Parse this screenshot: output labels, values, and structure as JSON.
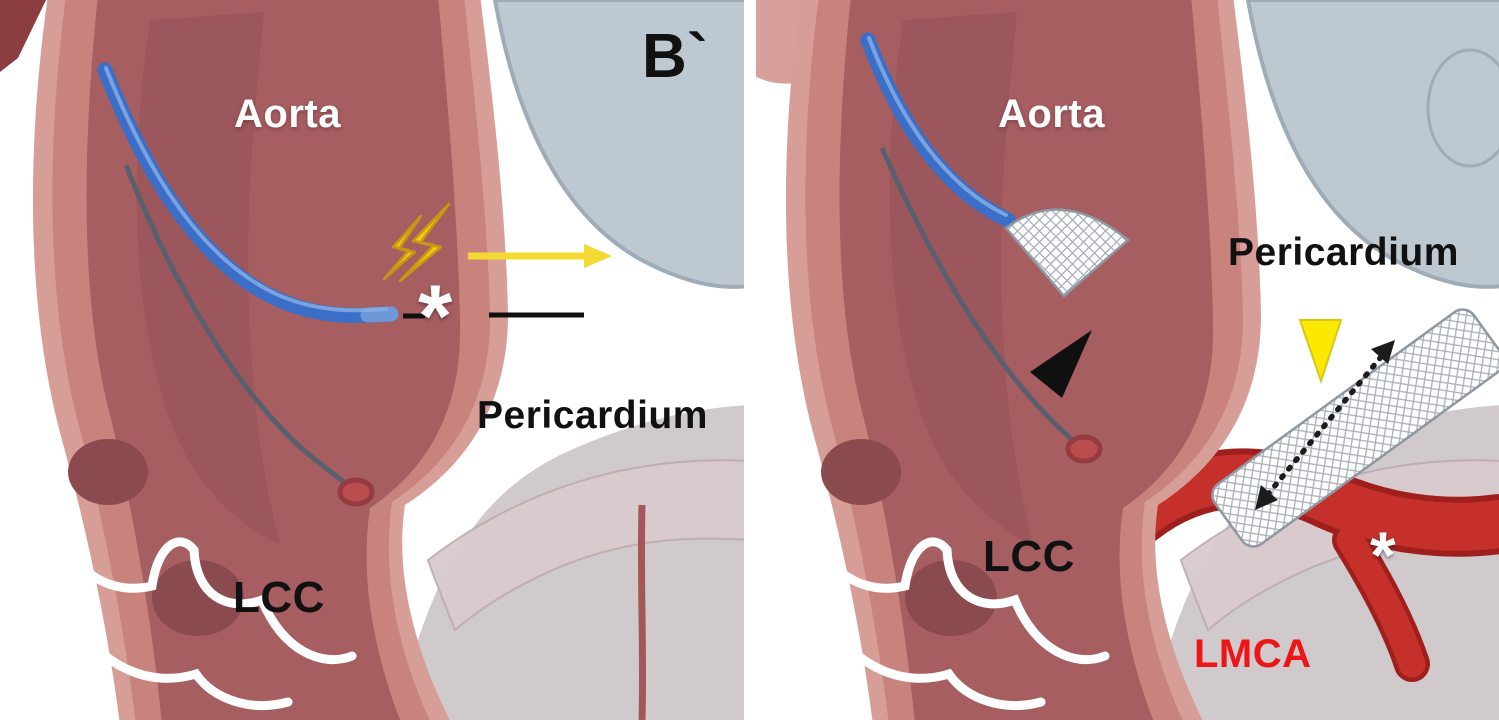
{
  "figure": {
    "panel_label": "B`",
    "left_panel": {
      "aorta": "Aorta",
      "pericardium": "Pericardium",
      "lcc": "LCC",
      "asterisk": "*"
    },
    "right_panel": {
      "aorta": "Aorta",
      "pericardium": "Pericardium",
      "lcc": "LCC",
      "lmca": "LMCA",
      "asterisk": "*"
    },
    "icons": [
      "lightning-icon",
      "arrow-right-icon",
      "black-arrowhead-icon",
      "yellow-pointer-icon",
      "double-arrow-icon",
      "puncture-marker",
      "asterisk-marker"
    ],
    "colors": {
      "aorta_wall": "#d79e97",
      "aorta_lumen": "#a65e61",
      "catheter_blue": "#3a6ec7",
      "pulmonary_blue_gray": "#bdc8d0",
      "pericardium_gray": "#d0cacd",
      "lmca_red": "#c5302b",
      "accent_yellow": "#f2c91d",
      "label_red": "#ed1515",
      "stent_white": "#ffffff"
    }
  }
}
